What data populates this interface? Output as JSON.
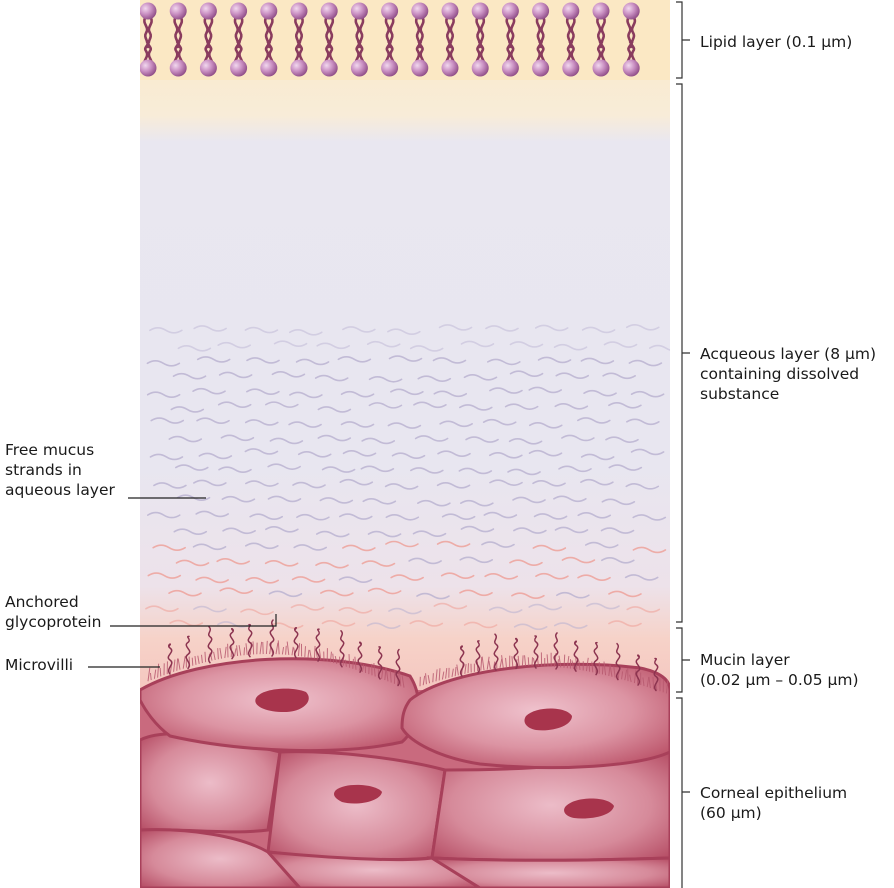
{
  "labels": {
    "lipid": [
      "Lipid layer (0.1 µm)"
    ],
    "aqueous": [
      "Acqueous layer (8 µm)",
      "containing dissolved",
      "substance"
    ],
    "mucin": [
      "Mucin layer",
      "(0.02 µm – 0.05 µm)"
    ],
    "corneal": [
      "Corneal epithelium",
      "(60 µm)"
    ],
    "free_mucus": [
      "Free mucus",
      "strands in",
      "aqueous layer"
    ],
    "anchored": [
      "Anchored",
      "glycoprotein"
    ],
    "microvilli": [
      "Microvilli"
    ]
  },
  "colors": {
    "lipid_band": "#fbe8c4",
    "lipid_head": "#c890c0",
    "lipid_tail": "#8a3c5e",
    "aqueous": "#e8e6f0",
    "mucin_band": "#f3c4bc",
    "strand": "#b8b0d0",
    "strand_warm": "#ee9e96",
    "cell": "#d98a98",
    "cell_dark": "#b54a60",
    "cell_light": "#f0c0cc",
    "nucleus": "#a8344c",
    "glycoprotein": "#8c3450"
  }
}
